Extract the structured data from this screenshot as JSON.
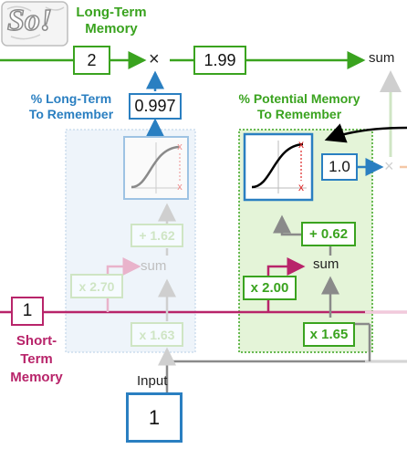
{
  "logo_text": "So!",
  "labels": {
    "long_term_memory": [
      "Long-Term",
      "Memory"
    ],
    "pct_long_term_remember": [
      "% Long-Term",
      "To Remember"
    ],
    "pct_potential_memory": [
      "% Potential Memory",
      "To Remember"
    ],
    "short_term_memory": [
      "Short-",
      "Term",
      "Memory"
    ],
    "input": "Input"
  },
  "long_term_path": {
    "in_value": "2",
    "multiply_sign": "×",
    "out_value": "1.99",
    "sum_label": "sum"
  },
  "forget_gate": {
    "output": "0.997",
    "bias": "+ 1.62",
    "sum_label": "sum",
    "short_term_weight": "x 2.70",
    "input_weight": "x 1.63"
  },
  "input_gate": {
    "output": "1.0",
    "bias": "+ 0.62",
    "sum_label": "sum",
    "short_term_weight": "x 2.00",
    "input_weight": "x 1.65",
    "faded_multiply_sign": "×"
  },
  "short_term_value": "1",
  "input_value": "1",
  "colors": {
    "green": "#3aa31f",
    "blue": "#2a7fc1",
    "pink": "#b8246a",
    "gray": "#8a8a8a",
    "faded_panel": "#eef4fa",
    "green_panel": "#e4f4d8"
  }
}
